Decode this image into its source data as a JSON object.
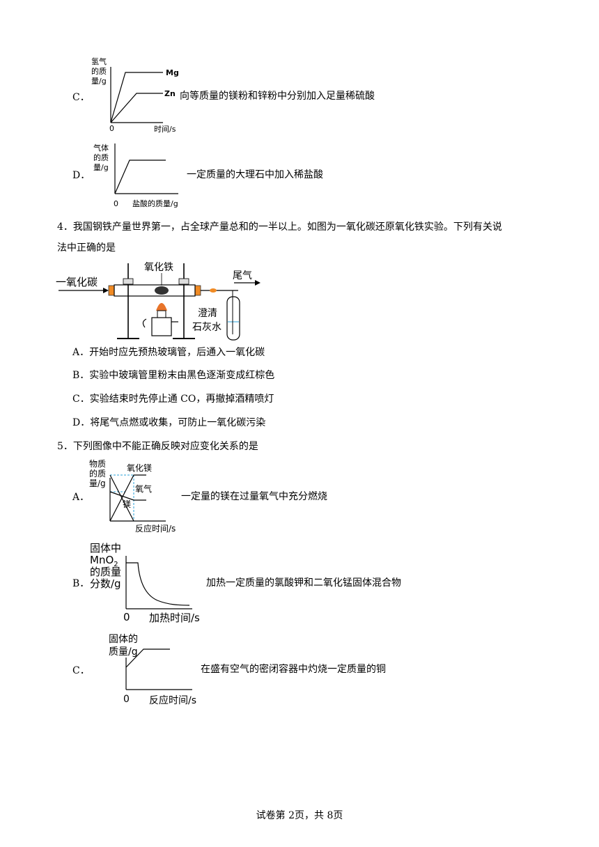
{
  "q3": {
    "C": {
      "label": "C．",
      "desc": "向等质量的镁粉和锌粉中分别加入足量稀硫酸",
      "chart": {
        "ylabel": [
          "氢气",
          "的质",
          "量/g"
        ],
        "xlabel": "时间/s",
        "origin": "0",
        "series": [
          {
            "name": "Mg"
          },
          {
            "name": "Zn"
          }
        ]
      }
    },
    "D": {
      "label": "D．",
      "desc": "一定质量的大理石中加入稀盐酸",
      "chart": {
        "ylabel": [
          "气体",
          "的质",
          "量/g"
        ],
        "xlabel": "盐酸的质量/g",
        "origin": "0"
      }
    }
  },
  "q4": {
    "stem_line1": "4．我国钢铁产量世界第一，占全球产量总和的一半以上。如图为一氧化碳还原氧化铁实验。下列有关说",
    "stem_line2": "法中正确的是",
    "figure": {
      "co_label": "一氧化碳",
      "iron_oxide_label": "氧化铁",
      "tail_gas_label": "尾气",
      "limewater_label_1": "澄清",
      "limewater_label_2": "石灰水"
    },
    "options": [
      {
        "label": "A．",
        "text": "开始时应先预热玻璃管，后通入一氧化碳"
      },
      {
        "label": "B．",
        "text": "实验中玻璃管里粉末由黑色逐渐变成红棕色"
      },
      {
        "label": "C．",
        "text": "实验结束时先停止通 CO，再撤掉酒精喷灯"
      },
      {
        "label": "D．",
        "text": "将尾气点燃或收集，可防止一氧化碳污染"
      }
    ]
  },
  "q5": {
    "stem": "5．下列图像中不能正确反映对应变化关系的是",
    "A": {
      "label": "A．",
      "desc": "一定量的镁在过量氧气中充分燃烧",
      "chart": {
        "ylabel": [
          "物质",
          "的质",
          "量/g"
        ],
        "xlabel": "反应时间/s",
        "curves": [
          "氧化镁",
          "氧气",
          "镁"
        ]
      }
    },
    "B": {
      "label": "B．",
      "desc": "加热一定质量的氯酸钾和二氧化锰固体混合物",
      "chart": {
        "ylabel_1": "固体中",
        "ylabel_2": "MnO",
        "ylabel_2_sub": "2",
        "ylabel_3": "的质量",
        "ylabel_4": "分数/g",
        "xlabel": "加热时间/s",
        "origin": "0"
      }
    },
    "C": {
      "label": "C．",
      "desc": "在盛有空气的密闭容器中灼烧一定质量的铜",
      "chart": {
        "ylabel_1": "固体的",
        "ylabel_2": "质量/g",
        "xlabel": "反应时间/s",
        "origin": "0"
      }
    }
  },
  "footer": {
    "page": "试卷第 2页，共 8页"
  }
}
